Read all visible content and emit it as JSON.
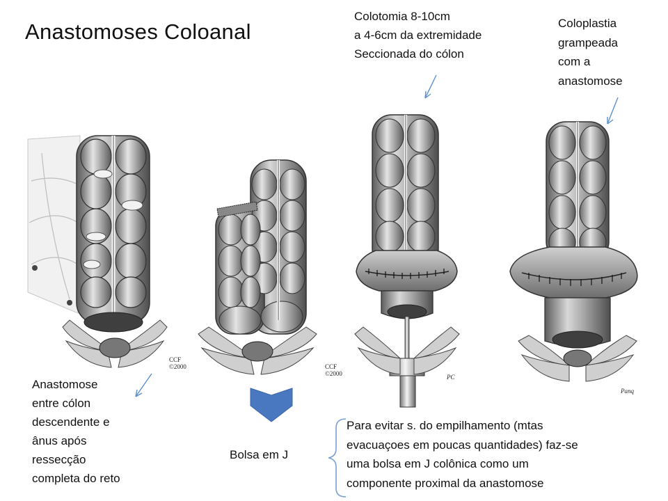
{
  "title": "Anastomoses Coloanal",
  "captions": {
    "left": "Anastomose\nentre cólon\ndescendente e\nânus após\nressecção\ncompleta do reto",
    "top_center": "Colotomia 8-10cm\na 4-6cm da extremidade\nSeccionada do cólon",
    "top_right": "Coloplastia\ngrampeada\ncom a\nanastomose",
    "bottom_right": "Para evitar s. do empilhamento (mtas\nevacuaçoes em poucas quantidades) faz-se\numa bolsa em J colônica como um\ncomponente proximal da anastomose",
    "bolsa": "Bolsa em J"
  },
  "colors": {
    "arrow_line": "#5b8fd0",
    "down_arrow_fill": "#4a78c0",
    "brace": "#7a9fd4",
    "tissue": "#9a9a9a"
  },
  "illustration_labels": {
    "copyright_1": "CCF\n©2000",
    "copyright_2": "CCF\n©2000"
  },
  "icons": [
    "down-arrow-icon",
    "curly-brace-icon",
    "pointer-arrow-icon"
  ]
}
